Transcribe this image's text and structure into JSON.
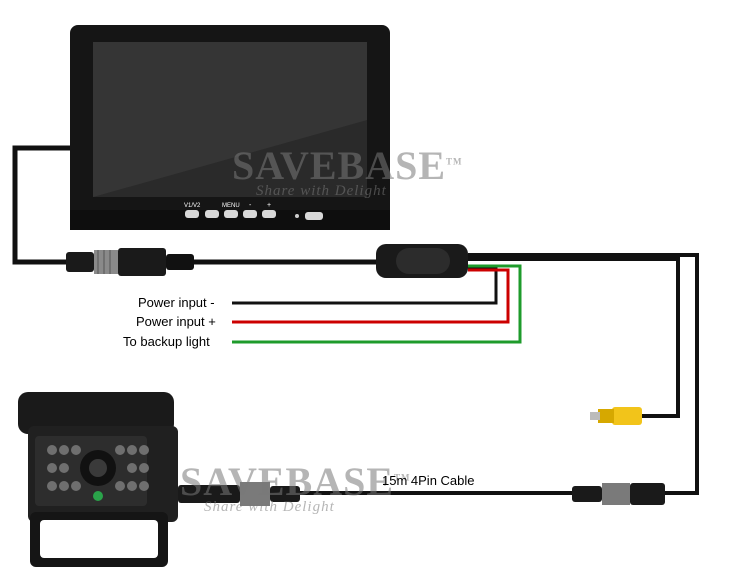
{
  "labels": {
    "power_minus": "Power input -",
    "power_plus": "Power input +",
    "backup_light": "To backup light",
    "cable": "15m 4Pin Cable"
  },
  "monitor": {
    "v1v2": "V1/V2",
    "menu": "MENU",
    "minus": "-",
    "plus": "+"
  },
  "watermark": {
    "brand": "SAVEBASE",
    "tm": "TM",
    "tagline": "Share with Delight"
  },
  "colors": {
    "power_minus_wire": "#111111",
    "power_plus_wire": "#cc0000",
    "backup_wire": "#1e9b2b",
    "rca_plug": "#f2c41a",
    "device_body": "#1a1a1a"
  }
}
